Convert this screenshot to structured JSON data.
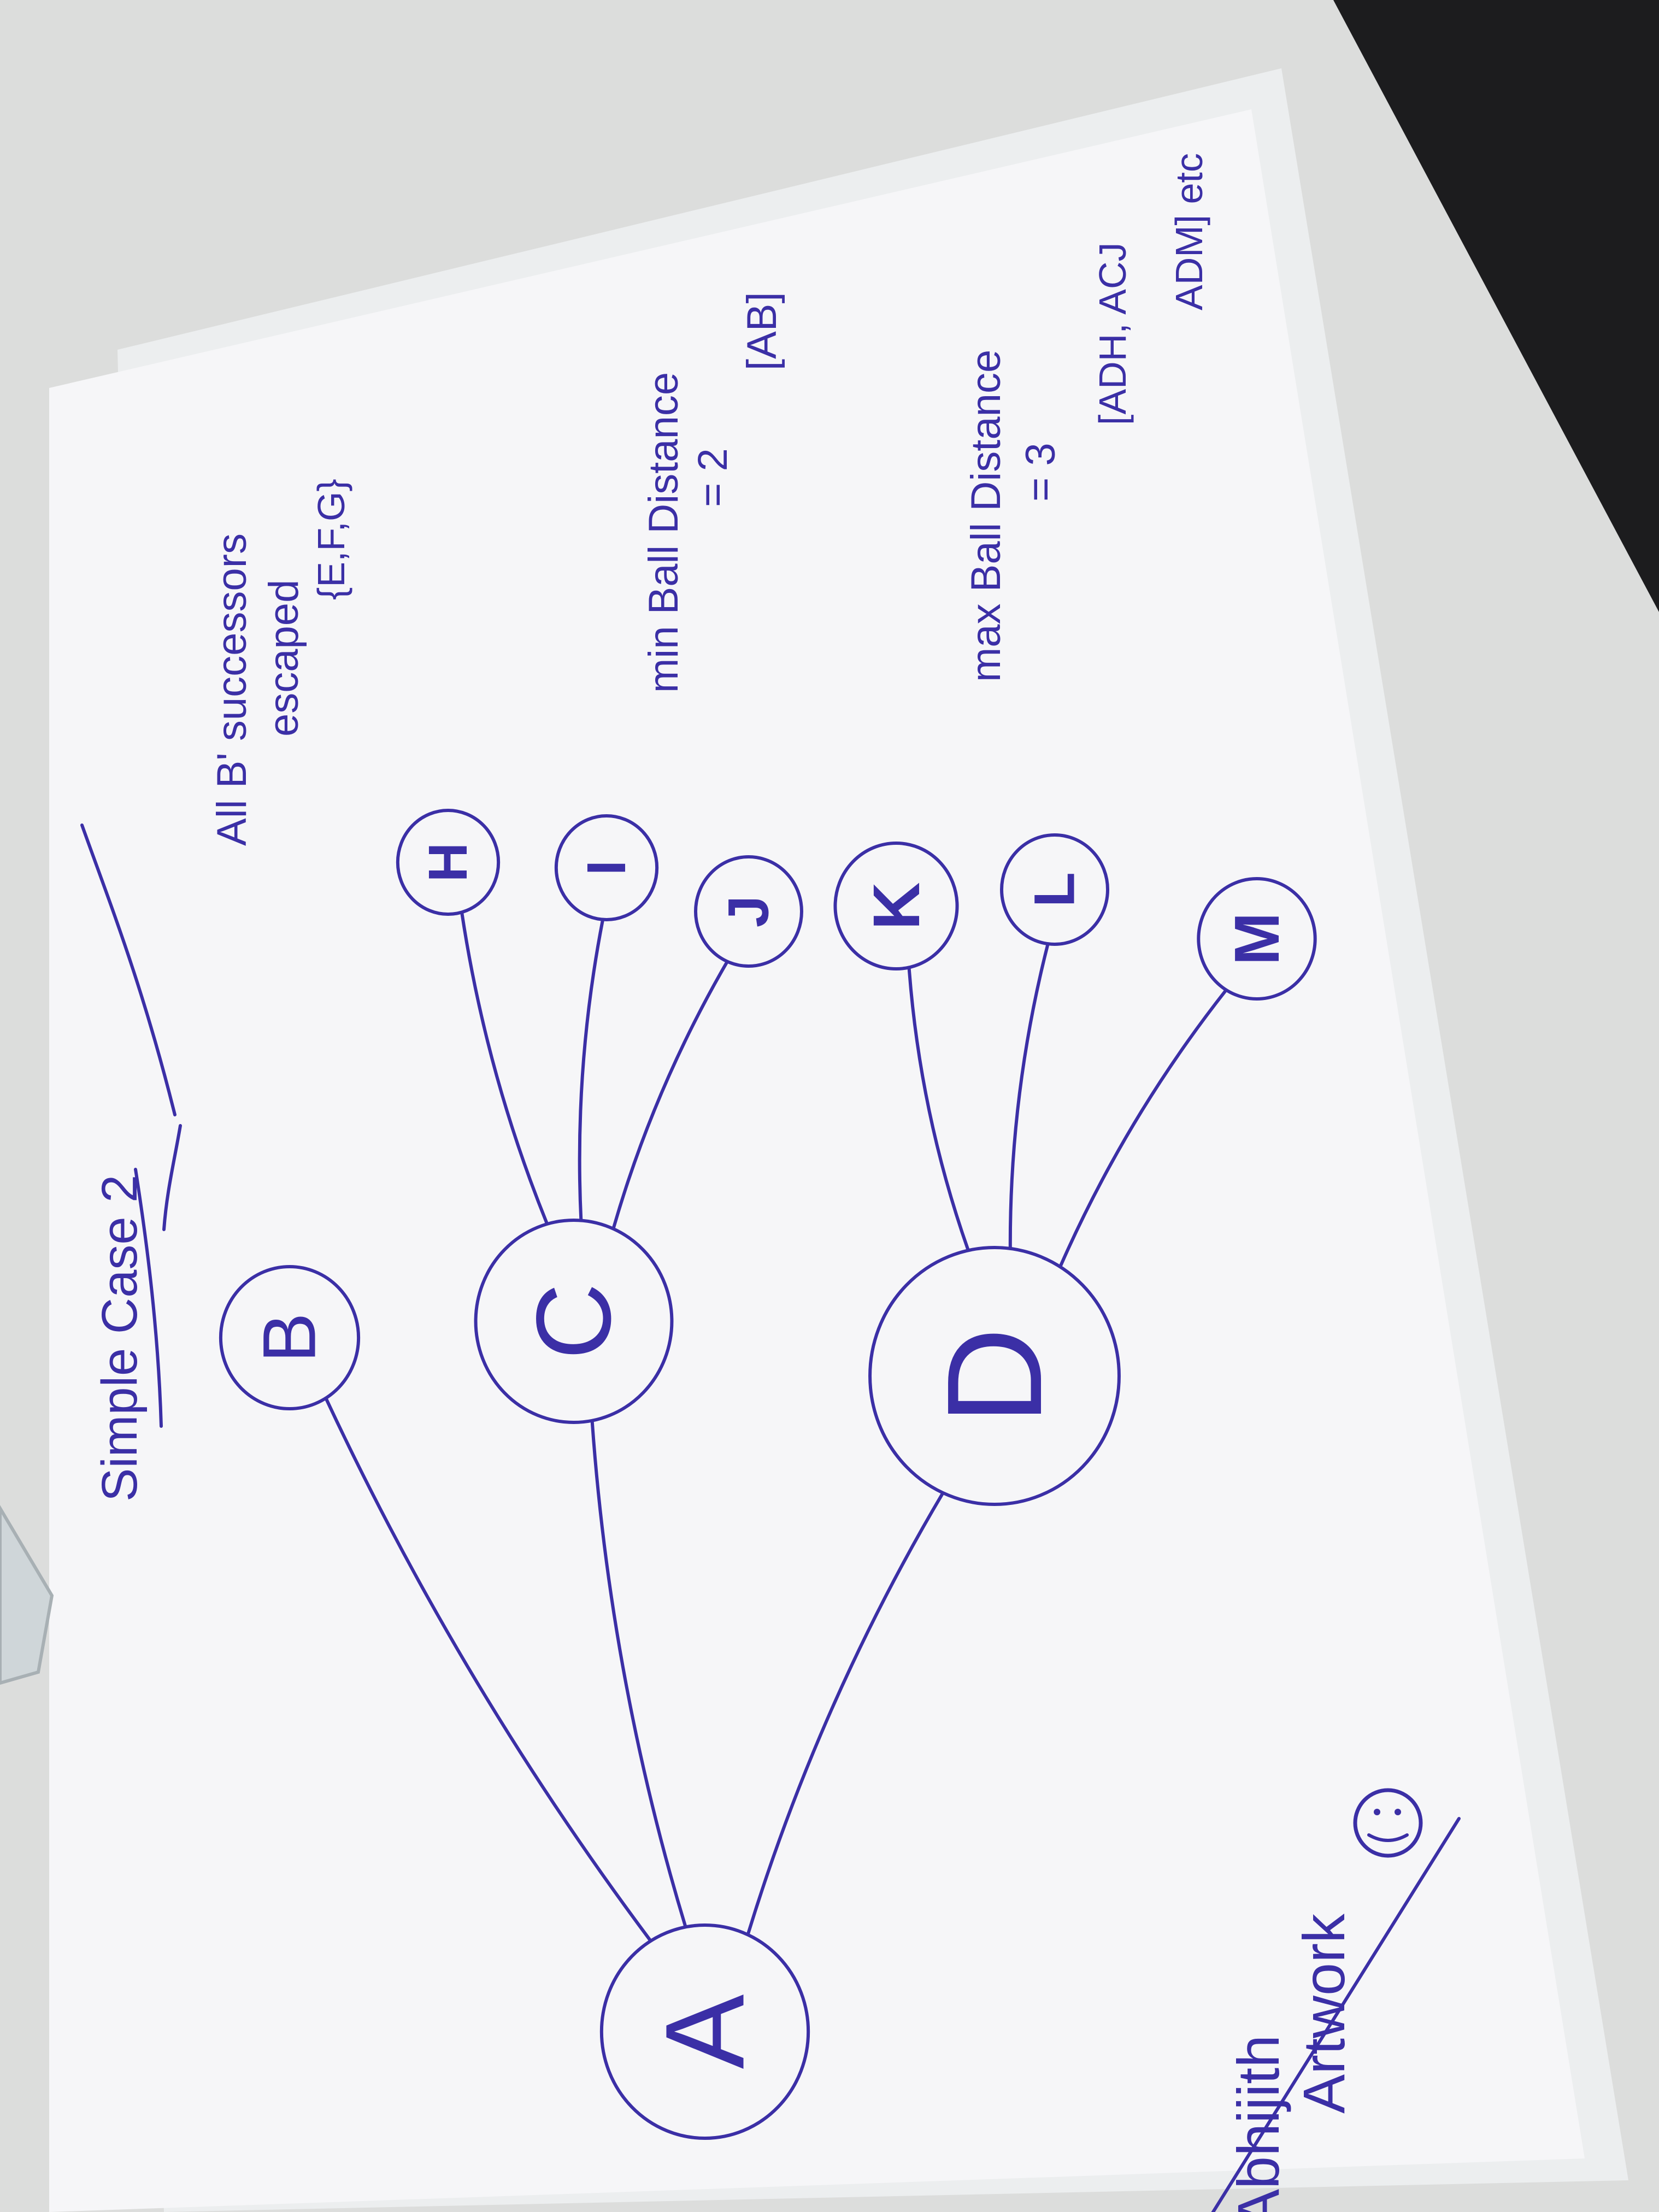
{
  "diagram": {
    "heading": "Simple Case 2",
    "nodes": [
      {
        "id": "A"
      },
      {
        "id": "B"
      },
      {
        "id": "C"
      },
      {
        "id": "D"
      },
      {
        "id": "H"
      },
      {
        "id": "I"
      },
      {
        "id": "J"
      },
      {
        "id": "K"
      },
      {
        "id": "L"
      },
      {
        "id": "M"
      }
    ],
    "edges": [
      [
        "A",
        "B"
      ],
      [
        "A",
        "C"
      ],
      [
        "A",
        "D"
      ],
      [
        "C",
        "H"
      ],
      [
        "C",
        "I"
      ],
      [
        "C",
        "J"
      ],
      [
        "D",
        "K"
      ],
      [
        "D",
        "L"
      ],
      [
        "D",
        "M"
      ]
    ],
    "notes": {
      "successors_line1": "All B' successors",
      "successors_line2": "escaped",
      "successors_set": "{E,F,G}",
      "min_line1": "min Ball Distance",
      "min_line2": "= 2",
      "min_set": "[AB]",
      "max_line1": "max Ball Distance",
      "max_line2": "= 3",
      "max_set1": "[ADH, ACJ",
      "max_set2": "ADM] etc"
    },
    "signature": [
      "Abhijith",
      "Artwork"
    ],
    "ink_color": "#3b2fa6",
    "paper_color": "#f6f6f8",
    "desk_color": "#1c1c1e"
  }
}
